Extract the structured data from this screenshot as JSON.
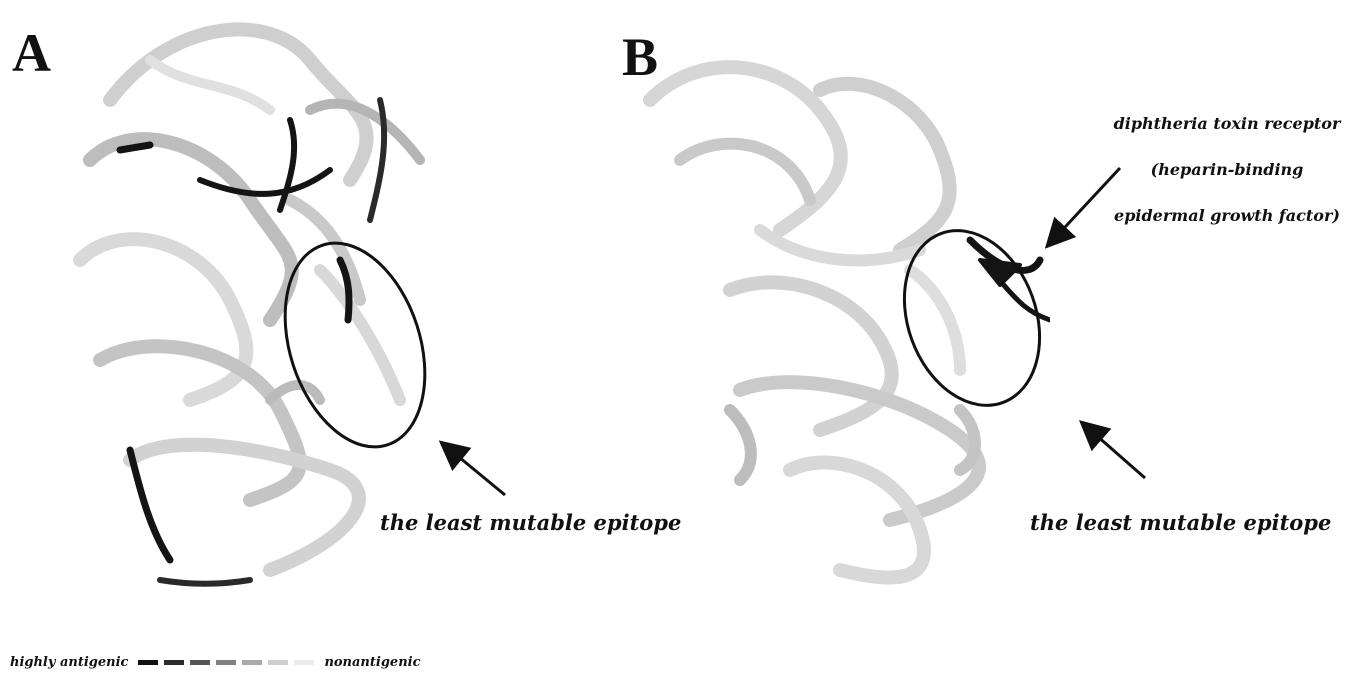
{
  "panels": [
    {
      "letter": "A",
      "epitope_label": "the least mutable epitope"
    },
    {
      "letter": "B",
      "epitope_label": "the least mutable epitope",
      "receptor_label": [
        "diphtheria toxin receptor",
        "(heparin-binding",
        "epidermal growth factor)"
      ]
    }
  ],
  "legend": {
    "high_label": "highly antigenic",
    "low_label": "nonantigenic",
    "scale_colors": [
      "#111111",
      "#2a2a2a",
      "#555555",
      "#808080",
      "#aaaaaa",
      "#cfcfcf",
      "#ebebeb"
    ]
  },
  "colors": {
    "ribbon_light": "#d6d6d6",
    "ribbon_dark": "#141414",
    "annotation": "#111111"
  }
}
